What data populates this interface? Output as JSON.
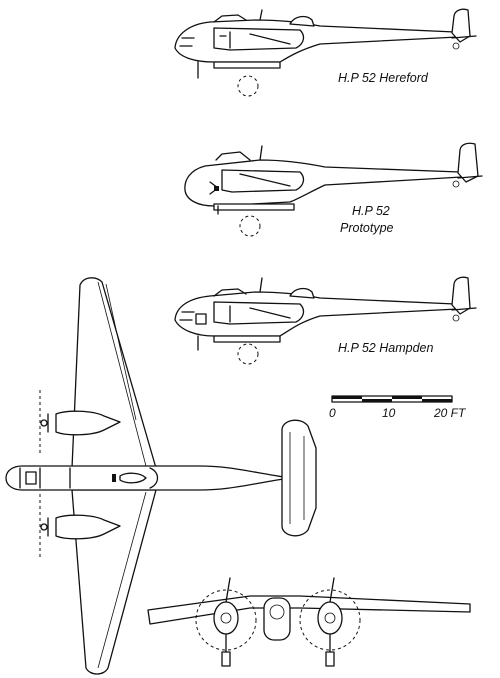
{
  "labels": {
    "hereford": "H.P 52  Hereford",
    "prototype_line1": "H.P 52",
    "prototype_line2": "Prototype",
    "hampden": "H.P 52  Hampden"
  },
  "scale_bar": {
    "tick0": "0",
    "tick1": "10",
    "tick2": "20 FT"
  }
}
